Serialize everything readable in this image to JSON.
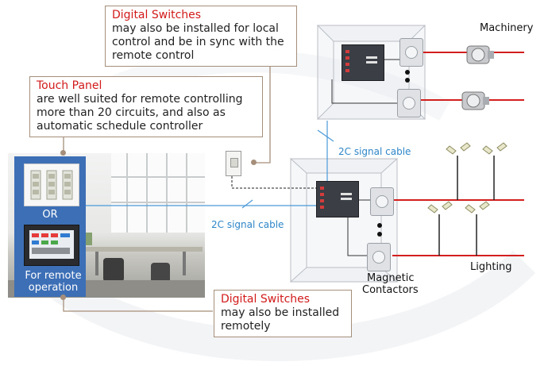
{
  "callouts": {
    "digital_local": {
      "heading": "Digital Switches",
      "lines": [
        "may also be installed for local",
        "control and be in sync with the",
        "remote control"
      ]
    },
    "touch_panel": {
      "heading": "Touch Panel",
      "lines": [
        "are well suited for remote controlling",
        "more than 20 circuits, and also as",
        "automatic schedule controller"
      ]
    },
    "digital_remote": {
      "heading": "Digital Switches",
      "lines": [
        "may also be installed",
        "remotely"
      ]
    }
  },
  "panel": {
    "or_label": "OR",
    "remote_label_1": "For remote",
    "remote_label_2": "operation"
  },
  "signal_cable_top": "2C signal cable",
  "signal_cable_mid": "2C signal cable",
  "machinery_label": "Machinery",
  "lighting_label": "Lighting",
  "contactors_label_1": "Magnetic",
  "contactors_label_2": "Contactors",
  "colors": {
    "accent_red": "#d21a1a",
    "signal_blue": "#2e86c9",
    "panel_blue": "#3d6fb6",
    "callout_border": "#a58f7a"
  }
}
